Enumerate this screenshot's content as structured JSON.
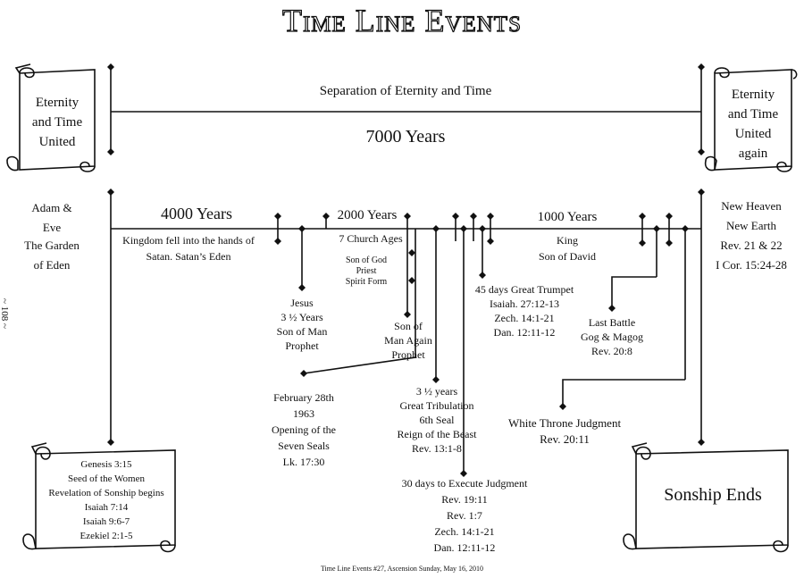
{
  "title": "Time Line Events",
  "page_number": "~ 108 ~",
  "footer": "Time Line Events #27, Ascension Sunday, May 16, 2010",
  "top": {
    "left_scroll": [
      "Eternity",
      "and Time",
      "United"
    ],
    "right_scroll": [
      "Eternity",
      "and Time",
      "United",
      "again"
    ],
    "separation": "Separation of Eternity and Time",
    "years": "7000 Years"
  },
  "left": {
    "adam": [
      "Adam &",
      "Eve"
    ],
    "garden": [
      "The Garden",
      "of Eden"
    ]
  },
  "right": {
    "heaven": [
      "New Heaven",
      "New Earth",
      "Rev. 21 & 22",
      "I Cor. 15:24-28"
    ]
  },
  "eras": {
    "e4000": "4000 Years",
    "e2000": "2000 Years",
    "e1000": "1000 Years"
  },
  "labels": {
    "kingdom": [
      "Kingdom fell into the hands of",
      "Satan. Satan’s Eden"
    ],
    "church_ages": "7 Church Ages",
    "son_of_god": [
      "Son of God",
      "Priest",
      "Spirit Form"
    ],
    "king": [
      "King",
      "Son of David"
    ],
    "jesus": [
      "Jesus",
      "3 ½ Years",
      "Son of Man",
      "Prophet"
    ],
    "son_again": [
      "Son of",
      "Man Again",
      "Prophet"
    ],
    "trumpet": [
      "45 days Great Trumpet",
      "Isaiah. 27:12-13",
      "Zech. 14:1-21",
      "Dan. 12:11-12"
    ],
    "last_battle": [
      "Last Battle",
      "Gog & Magog",
      "Rev. 20:8"
    ],
    "seals": [
      "February 28th",
      "1963",
      "Opening of the",
      "Seven Seals",
      "Lk. 17:30"
    ],
    "tribulation": [
      "3 ½ years",
      "Great Tribulation",
      "6th Seal",
      "Reign of the Beast",
      "Rev. 13:1-8"
    ],
    "white_throne": [
      "White Throne Judgment",
      "Rev. 20:11"
    ],
    "judgment": [
      "30 days to Execute Judgment",
      "Rev. 19:11",
      "Rev. 1:7",
      "Zech. 14:1-21",
      "Dan. 12:11-12"
    ]
  },
  "bottom": {
    "left_scroll": [
      "Genesis 3:15",
      "Seed of the Women",
      "Revelation of Sonship begins",
      "Isaiah 7:14",
      "Isaiah 9:6-7",
      "Ezekiel 2:1-5"
    ],
    "right_scroll": "Sonship Ends"
  }
}
